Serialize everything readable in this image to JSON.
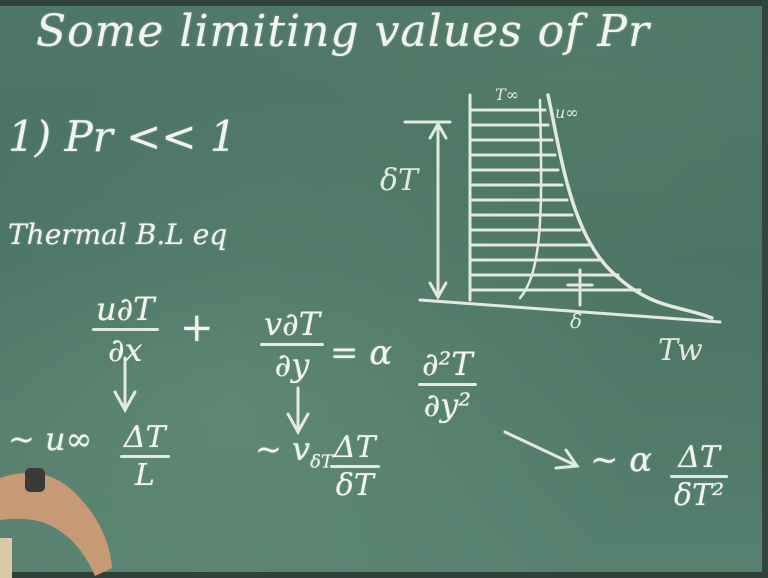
{
  "board": {
    "title": "Some limiting values of Pr",
    "condition": "1) Pr << 1",
    "thermal_label": "Thermal B.L eq"
  },
  "diagram": {
    "t_inf": "T∞",
    "u_inf": "u∞",
    "delta_t": "δT",
    "delta": "δ",
    "t_w": "Tw"
  },
  "equation": {
    "term1_num": "u∂T",
    "term1_den": "∂x",
    "plus": "+",
    "term2_num": "v∂T",
    "term2_den": "∂y",
    "equals": "= α",
    "term3_num": "∂²T",
    "term3_den": "∂y²"
  },
  "scaling": {
    "s1_prefix": "~ u∞",
    "s1_num": "ΔT",
    "s1_den": "L",
    "s2_prefix": "~ v",
    "s2_sub": "δT",
    "s2_num": "ΔT",
    "s2_den": "δT",
    "s3_prefix": "~ α",
    "s3_num": "ΔT",
    "s3_den": "δT²"
  }
}
